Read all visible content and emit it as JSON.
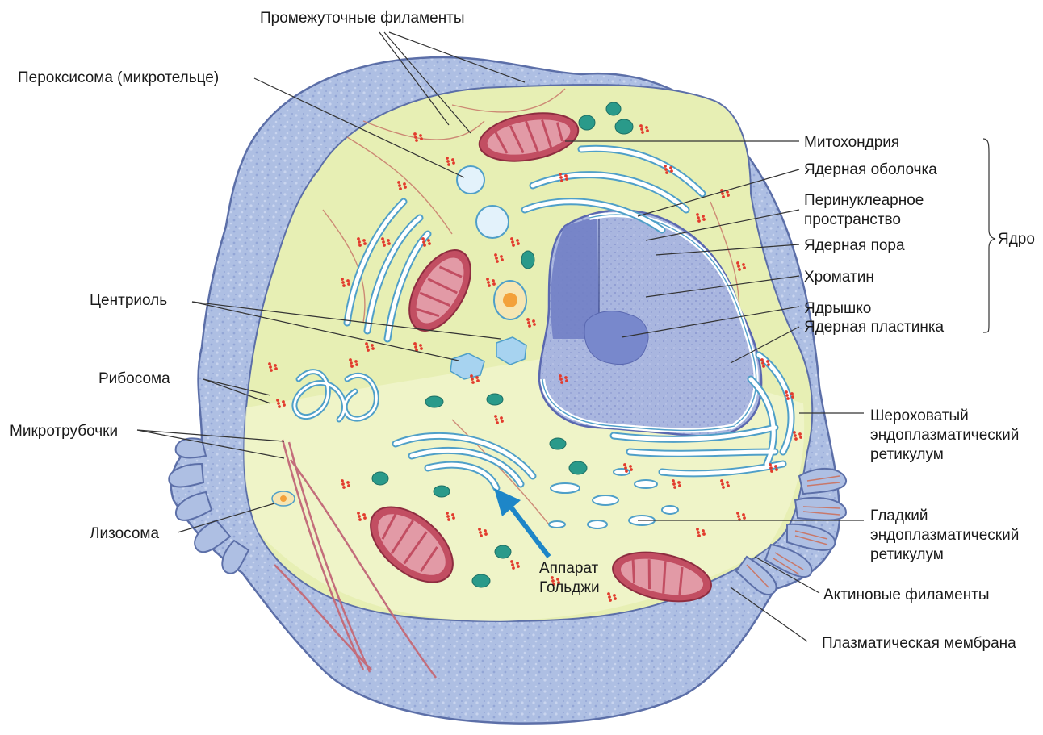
{
  "labels": {
    "intermediate_filaments": "Промежуточные филаменты",
    "peroxisome": "Пероксисома (микротельце)",
    "mitochondrion": "Митохондрия",
    "nuclear_envelope": "Ядерная оболочка",
    "perinuclear_space": [
      "Перинуклеарное",
      "пространство"
    ],
    "nuclear_pore": "Ядерная пора",
    "chromatin": "Хроматин",
    "nucleolus": "Ядрышко",
    "nuclear_lamina": "Ядерная пластинка",
    "nucleus": "Ядро",
    "centriole": "Центриоль",
    "ribosome": "Рибосома",
    "microtubules": "Микротрубочки",
    "rough_er": [
      "Шероховатый",
      "эндоплазматический",
      "ретикулум"
    ],
    "smooth_er": [
      "Гладкий",
      "эндоплазматический",
      "ретикулум"
    ],
    "lysosome": "Лизосома",
    "golgi": [
      "Аппарат",
      "Гольджи"
    ],
    "actin_filaments": "Актиновые филаменты",
    "plasma_membrane": "Плазматическая мембрана"
  },
  "colors": {
    "membrane_outer": "#aebfe3",
    "membrane_edge": "#5c6fa8",
    "cytoplasm": "#e7efb4",
    "nucleus": "#a9b6df",
    "nucleus_dark": "#6f7dc4",
    "mitochondrion": "#c24e62",
    "mitochondrion_inner": "#e29aa6",
    "er": "#ffffff",
    "er_edge": "#4f9fc8",
    "ribosome": "#e23a2c",
    "vesicle": "#2a9a8a",
    "filament": "#c8786a",
    "golgi_arrow": "#1d86c8"
  }
}
